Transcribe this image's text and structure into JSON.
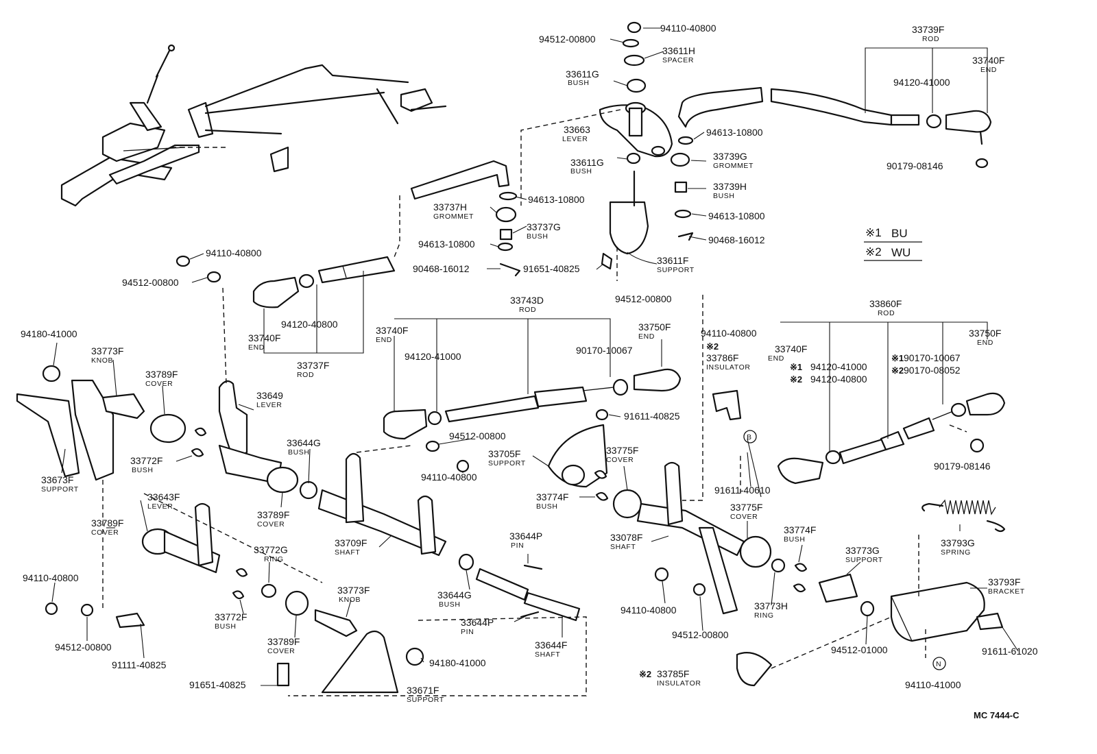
{
  "labels": [
    {
      "pn": "94110-40800"
    },
    {
      "pn": "94512-00800"
    },
    {
      "pn": "33611H",
      "name": "SPACER"
    },
    {
      "pn": "33611G",
      "name": "BUSH"
    },
    {
      "pn": "33663",
      "name": "LEVER"
    },
    {
      "pn": "33611G",
      "name": "BUSH"
    },
    {
      "pn": "94613-10800"
    },
    {
      "pn": "33739G",
      "name": "GROMMET"
    },
    {
      "pn": "33739H",
      "name": "BUSH"
    },
    {
      "pn": "94613-10800"
    },
    {
      "pn": "90468-16012"
    },
    {
      "pn": "33611F",
      "name": "SUPPORT"
    },
    {
      "pn": "91651-40825"
    },
    {
      "pn": "94613-10800"
    },
    {
      "pn": "33737H",
      "name": "GROMMET"
    },
    {
      "pn": "33737G",
      "name": "BUSH"
    },
    {
      "pn": "94613-10800"
    },
    {
      "pn": "90468-16012"
    },
    {
      "pn": "33739F",
      "name": "ROD"
    },
    {
      "pn": "33740F",
      "name": "END"
    },
    {
      "pn": "94120-41000"
    },
    {
      "pn": "90179-08146"
    },
    {
      "pn": "94110-40800"
    },
    {
      "pn": "94512-00800"
    },
    {
      "pn": "94120-40800"
    },
    {
      "pn": "33740F",
      "name": "END"
    },
    {
      "pn": "33737F",
      "name": "ROD"
    },
    {
      "pn": "33743D",
      "name": "ROD"
    },
    {
      "pn": "33740F",
      "name": "END"
    },
    {
      "pn": "94120-41000"
    },
    {
      "pn": "33750F",
      "name": "END"
    },
    {
      "pn": "90170-10067"
    },
    {
      "pn": "94512-00800"
    },
    {
      "pn": "94110-40800"
    },
    {
      "pn": "33786F",
      "name": "INSULATOR"
    },
    {
      "pn": "33860F",
      "name": "ROD"
    },
    {
      "pn": "33740F",
      "name": "END"
    },
    {
      "pn": "94120-41000"
    },
    {
      "pn": "94120-40800"
    },
    {
      "pn": "90170-10067"
    },
    {
      "pn": "90170-08052"
    },
    {
      "pn": "33750F",
      "name": "END"
    },
    {
      "pn": "90179-08146"
    },
    {
      "pn": "94180-41000"
    },
    {
      "pn": "33773F",
      "name": "KNOB"
    },
    {
      "pn": "33789F",
      "name": "COVER"
    },
    {
      "pn": "33649",
      "name": "LEVER"
    },
    {
      "pn": "33673F",
      "name": "SUPPORT"
    },
    {
      "pn": "33772F",
      "name": "BUSH"
    },
    {
      "pn": "33644G",
      "name": "BUSH"
    },
    {
      "pn": "33789F",
      "name": "COVER"
    },
    {
      "pn": "94512-00800"
    },
    {
      "pn": "94110-40800"
    },
    {
      "pn": "91611-40825"
    },
    {
      "pn": "33705F",
      "name": "SUPPORT"
    },
    {
      "pn": "33775F",
      "name": "COVER"
    },
    {
      "pn": "33774F",
      "name": "BUSH"
    },
    {
      "pn": "91611-40610"
    },
    {
      "pn": "33643F",
      "name": "LEVER"
    },
    {
      "pn": "33789F",
      "name": "COVER"
    },
    {
      "pn": "33772G",
      "name": "RING"
    },
    {
      "pn": "33709F",
      "name": "SHAFT"
    },
    {
      "pn": "33644P",
      "name": "PIN"
    },
    {
      "pn": "33644G",
      "name": "BUSH"
    },
    {
      "pn": "33078F",
      "name": "SHAFT"
    },
    {
      "pn": "33775F",
      "name": "COVER"
    },
    {
      "pn": "33774F",
      "name": "BUSH"
    },
    {
      "pn": "33773G",
      "name": "SUPPORT"
    },
    {
      "pn": "33793G",
      "name": "SPRING"
    },
    {
      "pn": "94110-40800"
    },
    {
      "pn": "33772F",
      "name": "BUSH"
    },
    {
      "pn": "33773F",
      "name": "KNOB"
    },
    {
      "pn": "33789F",
      "name": "COVER"
    },
    {
      "pn": "33644P",
      "name": "PIN"
    },
    {
      "pn": "33644F",
      "name": "SHAFT"
    },
    {
      "pn": "94110-40800"
    },
    {
      "pn": "94512-00800"
    },
    {
      "pn": "33773H",
      "name": "RING"
    },
    {
      "pn": "33793F",
      "name": "BRACKET"
    },
    {
      "pn": "94512-01000"
    },
    {
      "pn": "91611-61020"
    },
    {
      "pn": "94512-00800"
    },
    {
      "pn": "91111-40825"
    },
    {
      "pn": "94180-41000"
    },
    {
      "pn": "91651-40825"
    },
    {
      "pn": "33671F",
      "name": "SUPPORT"
    },
    {
      "pn": "33785F",
      "name": "INSULATOR"
    },
    {
      "pn": "94110-41000"
    }
  ],
  "marks": {
    "note1": "※1",
    "note2": "※2",
    "circle_b": "B",
    "circle_n": "N"
  },
  "legend": [
    {
      "mark": "※1",
      "text": "BU"
    },
    {
      "mark": "※2",
      "text": "WU"
    }
  ],
  "drawing_code": "MC 7444-C"
}
